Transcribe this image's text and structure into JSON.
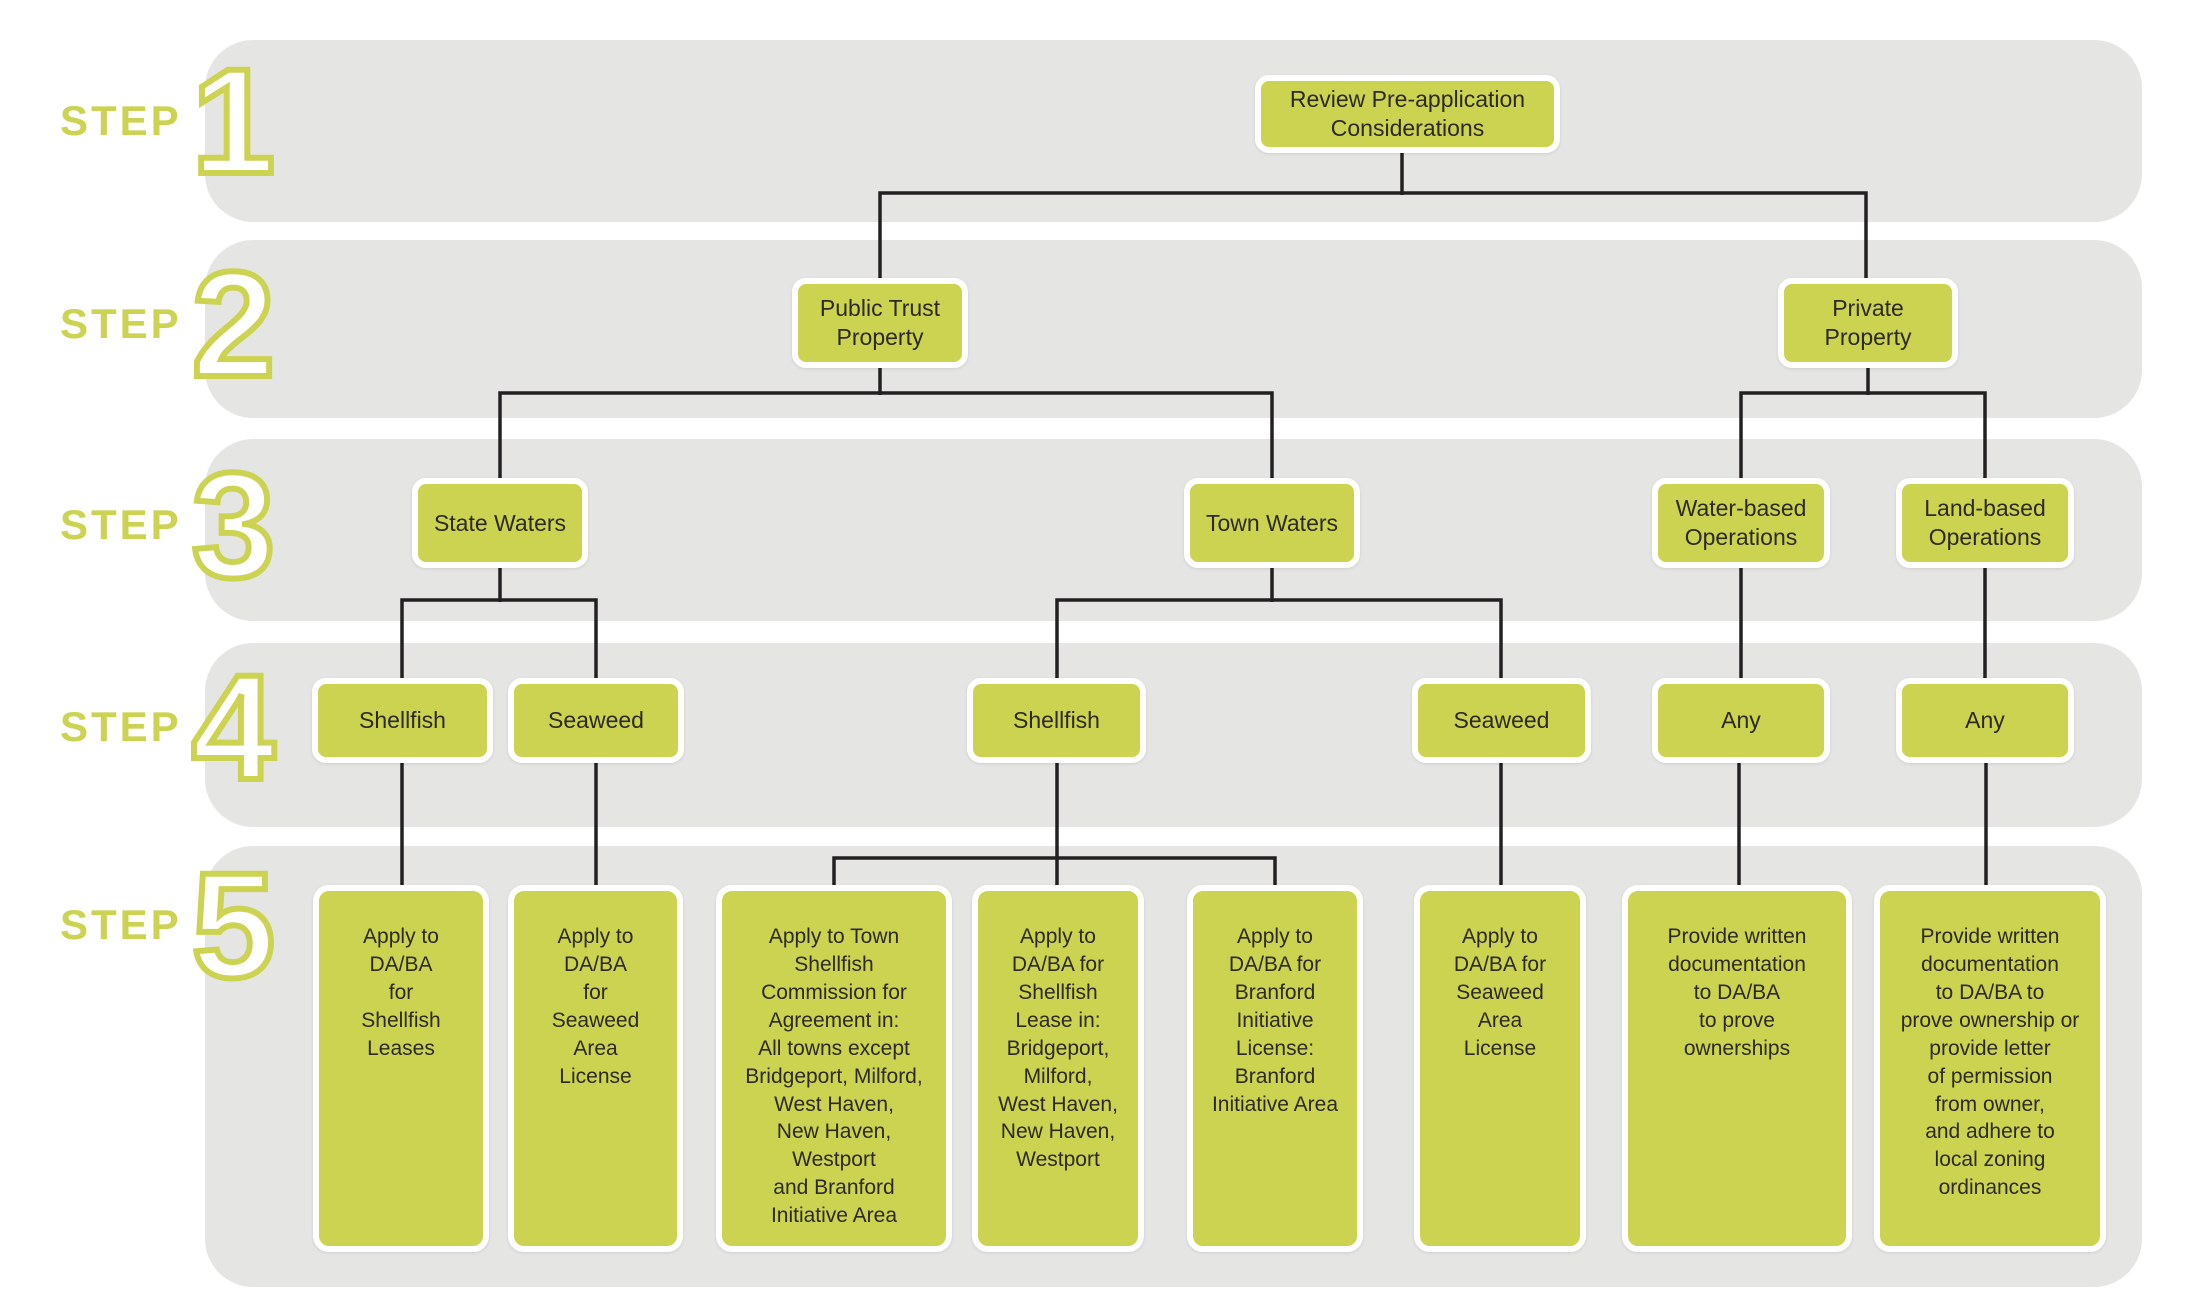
{
  "palette": {
    "accent_green": "#ccd350",
    "band_gray": "#e5e5e4",
    "line_dark": "#232021",
    "text_dark": "#2e2a25"
  },
  "steps": [
    {
      "word": "STEP",
      "number": "1"
    },
    {
      "word": "STEP",
      "number": "2"
    },
    {
      "word": "STEP",
      "number": "3"
    },
    {
      "word": "STEP",
      "number": "4"
    },
    {
      "word": "STEP",
      "number": "5"
    }
  ],
  "nodes": {
    "review": "Review Pre-application\nConsiderations",
    "public_trust": "Public Trust\nProperty",
    "private_property": "Private\nProperty",
    "state_waters": "State Waters",
    "town_waters": "Town Waters",
    "water_based": "Water-based\nOperations",
    "land_based": "Land-based\nOperations",
    "shellfish_state": "Shellfish",
    "seaweed_state": "Seaweed",
    "shellfish_town": "Shellfish",
    "seaweed_town": "Seaweed",
    "any_water": "Any",
    "any_land": "Any",
    "apply_shellfish_leases": "Apply to\nDA/BA\nfor\nShellfish\nLeases",
    "apply_seaweed_license_state": "Apply to\nDA/BA\nfor\nSeaweed\nArea\nLicense",
    "apply_town_commission": "Apply to Town\nShellfish\nCommission for\nAgreement in:\nAll towns except\nBridgeport, Milford,\nWest Haven,\nNew Haven,\nWestport\nand Branford\nInitiative Area",
    "apply_shellfish_lease_towns": "Apply to\nDA/BA for\nShellfish\nLease in:\nBridgeport,\nMilford,\nWest Haven,\nNew Haven,\nWestport",
    "apply_branford_license": "Apply to\nDA/BA for\nBranford\nInitiative\nLicense:\nBranford\nInitiative Area",
    "apply_seaweed_license_town": "Apply to\nDA/BA for\nSeaweed\nArea\nLicense",
    "provide_docs_ownership": "Provide written\ndocumentation\nto DA/BA\nto prove\nownerships",
    "provide_docs_ownership_or_permission": "Provide written\ndocumentation\nto DA/BA to\nprove ownership or\nprovide  letter\nof permission\nfrom owner,\nand adhere to\nlocal zoning\nordinances"
  }
}
